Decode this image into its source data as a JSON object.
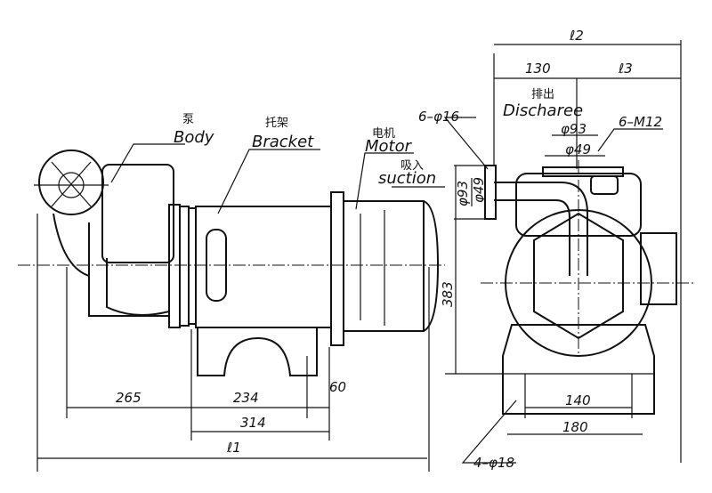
{
  "labels": {
    "body_cn": "泵",
    "body": "Body",
    "bracket_cn": "托架",
    "bracket": "Bracket",
    "motor_cn": "电机",
    "motor": "Motor",
    "suction_cn": "吸入",
    "suction": "suction",
    "discharge_cn": "排出",
    "discharge": "Discharee"
  },
  "dimensions": {
    "l1": "ℓ1",
    "l2": "ℓ2",
    "l3": "ℓ3",
    "d265": "265",
    "d234": "234",
    "d60": "60",
    "d314": "314",
    "d383": "383",
    "d140": "140",
    "d180": "180",
    "d130": "130",
    "bolt_holes_base": "4–φ18",
    "flange_holes": "6–φ16",
    "flange_bolts": "6–M12",
    "phi93": "φ93",
    "phi49": "φ49",
    "phi93_v": "φ93",
    "phi49_v": "φ49"
  }
}
